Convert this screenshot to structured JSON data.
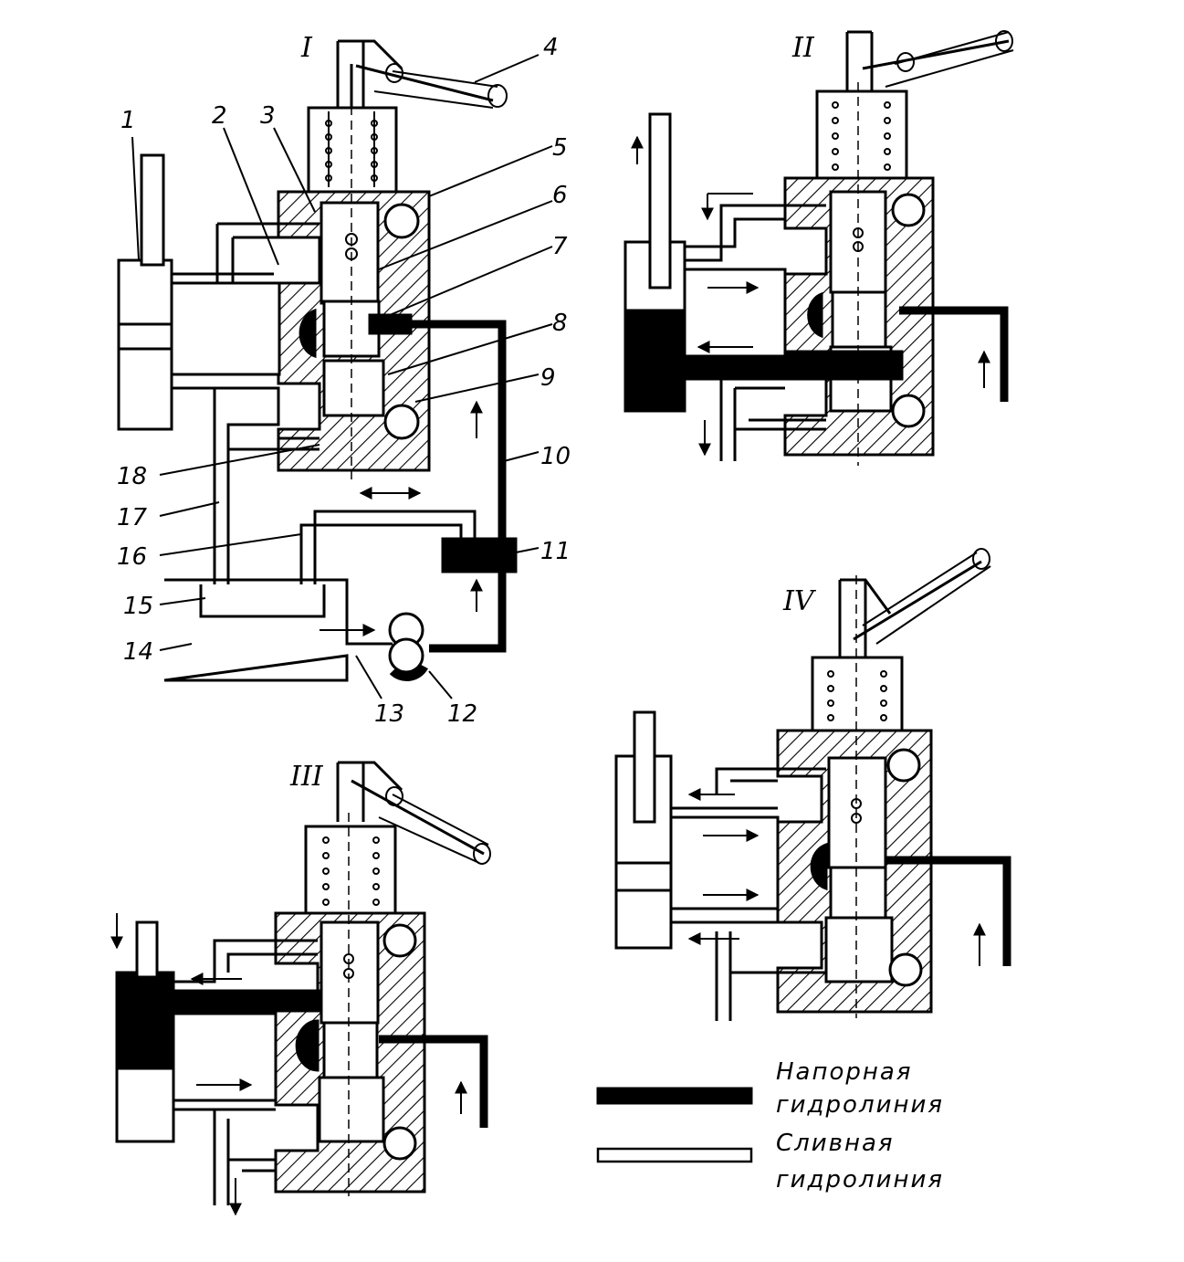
{
  "diagram": {
    "views": [
      {
        "id": "view-1",
        "label": "I"
      },
      {
        "id": "view-2",
        "label": "II"
      },
      {
        "id": "view-3",
        "label": "III"
      },
      {
        "id": "view-4",
        "label": "IV"
      }
    ],
    "part_numbers": [
      "1",
      "2",
      "3",
      "4",
      "5",
      "6",
      "7",
      "8",
      "9",
      "10",
      "11",
      "12",
      "13",
      "14",
      "15",
      "16",
      "17",
      "18"
    ],
    "legend": {
      "pressure_line_word1": "Напорная",
      "pressure_line_word2": "гидролиния",
      "drain_line_word1": "Сливная",
      "drain_line_word2": "гидролиния"
    },
    "colors": {
      "ink": "#000000",
      "paper": "#ffffff"
    }
  }
}
